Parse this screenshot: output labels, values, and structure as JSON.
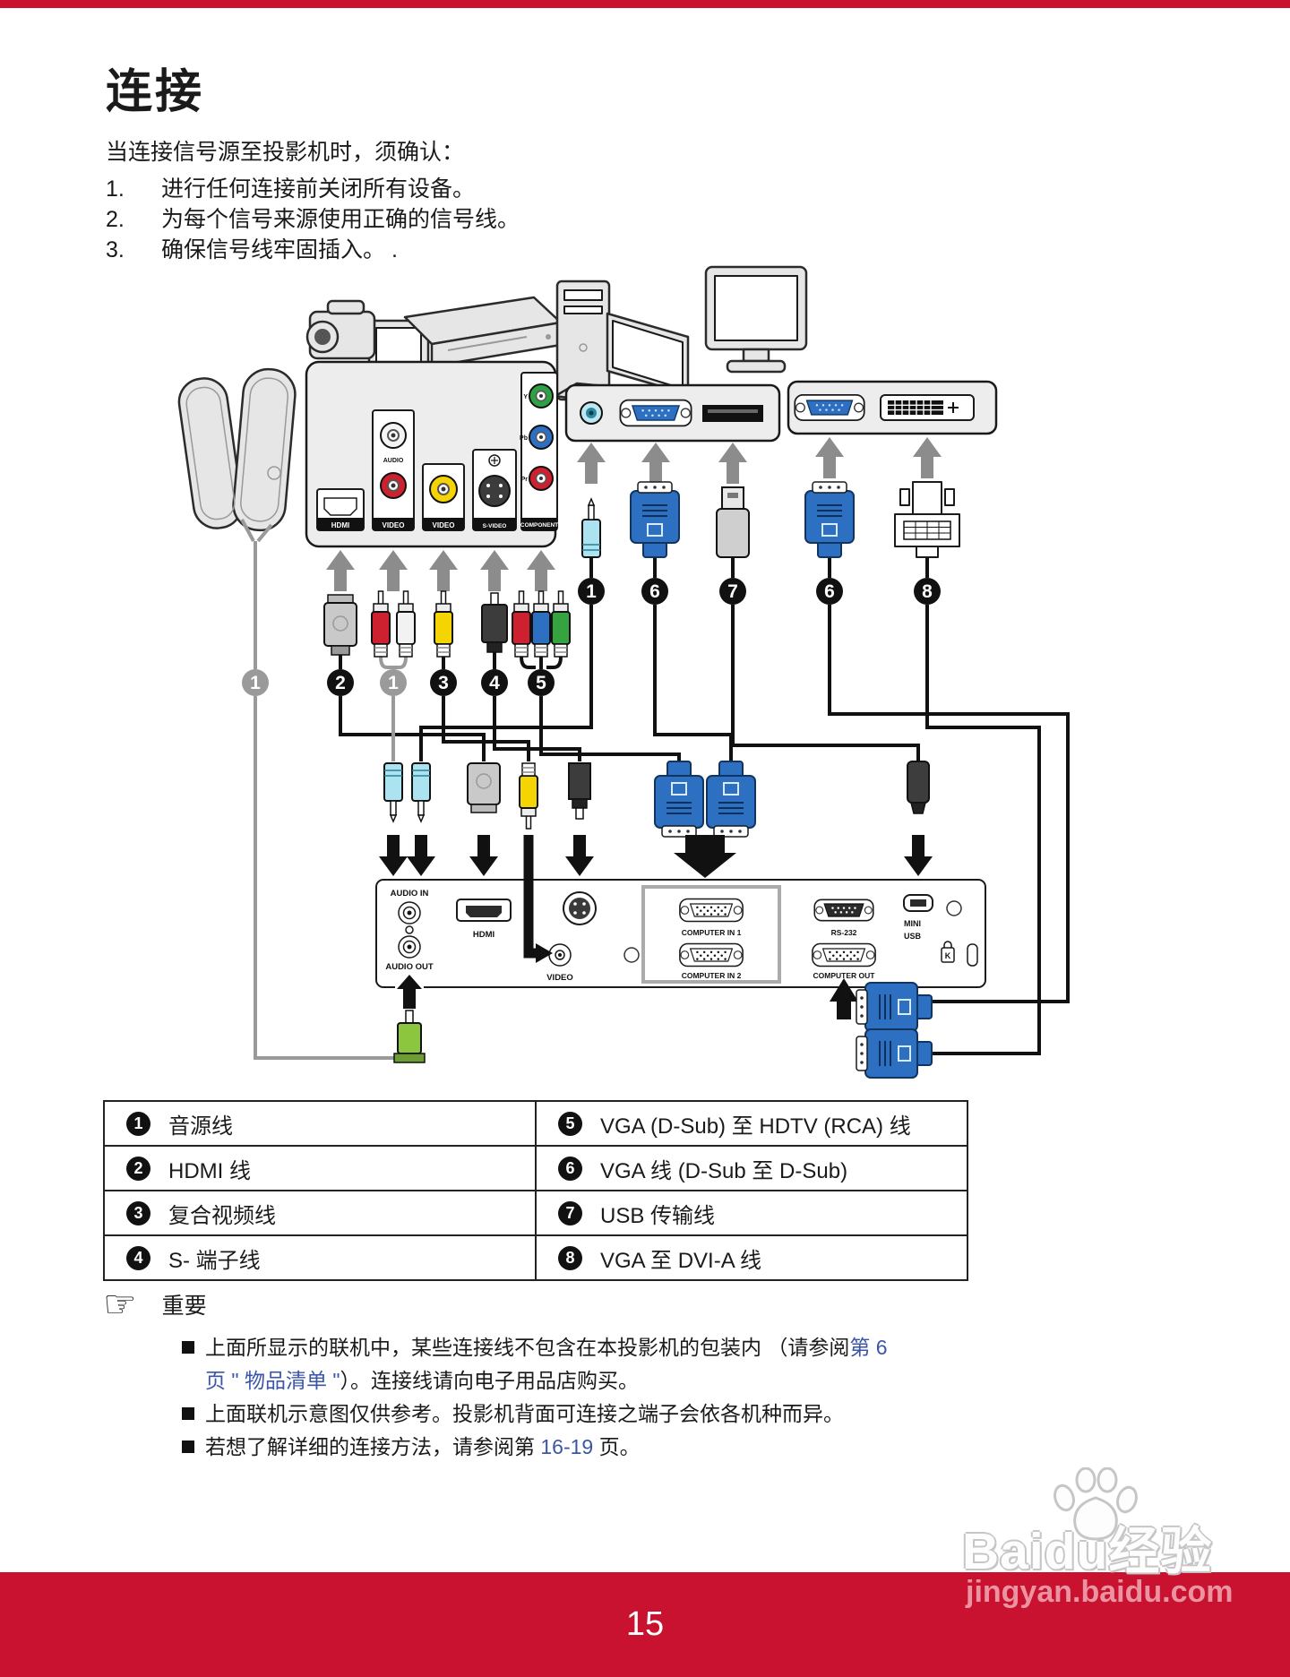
{
  "page": {
    "number": "15"
  },
  "header": {
    "title": "连接"
  },
  "intro": "当连接信号源至投影机时，须确认：",
  "steps": [
    {
      "num": "1.",
      "text": "进行任何连接前关闭所有设备。"
    },
    {
      "num": "2.",
      "text": "为每个信号来源使用正确的信号线。"
    },
    {
      "num": "3.",
      "text": "确保信号线牢固插入。 ."
    }
  ],
  "diagram": {
    "av_panel": {
      "hdmi": "HDMI",
      "audio_small": "AUDIO",
      "audio_bar": "VIDEO",
      "video_bar": "VIDEO",
      "svideo_bar": "S-VIDEO",
      "component_bar": "COMPONENT",
      "comp_y": "Y",
      "comp_pb": "Pb",
      "comp_pr": "Pr"
    },
    "projector": {
      "audio_in": "AUDIO IN",
      "audio_out": "AUDIO OUT",
      "hdmi": "HDMI",
      "video": "VIDEO",
      "computer_in_1": "COMPUTER IN 1",
      "computer_in_2": "COMPUTER IN 2",
      "rs_232": "RS-232",
      "computer_out": "COMPUTER OUT",
      "mini_usb_line1": "MINI",
      "mini_usb_line2": "USB",
      "lock": "K"
    },
    "callouts": {
      "c1": "1",
      "c2": "2",
      "c3": "3",
      "c4": "4",
      "c5": "5",
      "c6": "6",
      "c7": "7",
      "c8": "8"
    }
  },
  "table": {
    "rows": [
      {
        "left_num": "1",
        "left": "音源线",
        "right_num": "5",
        "right": "VGA (D-Sub) 至 HDTV (RCA) 线"
      },
      {
        "left_num": "2",
        "left": "HDMI 线",
        "right_num": "6",
        "right": "VGA 线 (D-Sub 至 D-Sub)"
      },
      {
        "left_num": "3",
        "left": "复合视频线",
        "right_num": "7",
        "right": "USB 传输线"
      },
      {
        "left_num": "4",
        "left": "S- 端子线",
        "right_num": "8",
        "right": "VGA 至 DVI-A 线"
      }
    ]
  },
  "important": {
    "label": "重要",
    "note1_text1": "上面所显示的联机中，某些连接线不包含在本投影机的包装内 （请参阅",
    "note1_link1": "第 6",
    "note1_link2": "页 \" 物品清单 \"",
    "note1_text2": "）。连接线请向电子用品店购买。",
    "note2": "上面联机示意图仅供参考。投影机背面可连接之端子会依各机种而异。",
    "note3_text1": "若想了解详细的连接方法，请参阅第 ",
    "note3_link": "16-19",
    "note3_text2": " 页。"
  },
  "watermark": {
    "brand": "Baidu",
    "brand_suffix": "经验",
    "url": "jingyan.baidu.com"
  },
  "colors": {
    "accent_red": "#C8122F",
    "link_blue": "#3B56A8"
  }
}
